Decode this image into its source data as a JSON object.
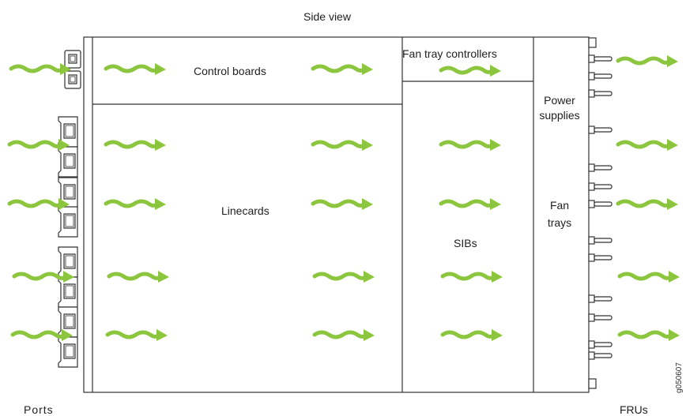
{
  "title": "Side view",
  "labels": {
    "control_boards": "Control boards",
    "fan_tray_controllers": "Fan tray controllers",
    "linecards": "Linecards",
    "sibs": "SIBs",
    "power_supplies_line1": "Power",
    "power_supplies_line2": "supplies",
    "fan_trays_line1": "Fan",
    "fan_trays_line2": "trays",
    "ports": "Ports",
    "frus": "FRUs",
    "figure_id": "g050607"
  },
  "colors": {
    "arrow": "#8cc63f",
    "outline": "#333333"
  },
  "icons": {
    "airflow": "airflow-arrow-icon",
    "port": "port-connector-icon",
    "handle": "fru-handle-icon"
  }
}
